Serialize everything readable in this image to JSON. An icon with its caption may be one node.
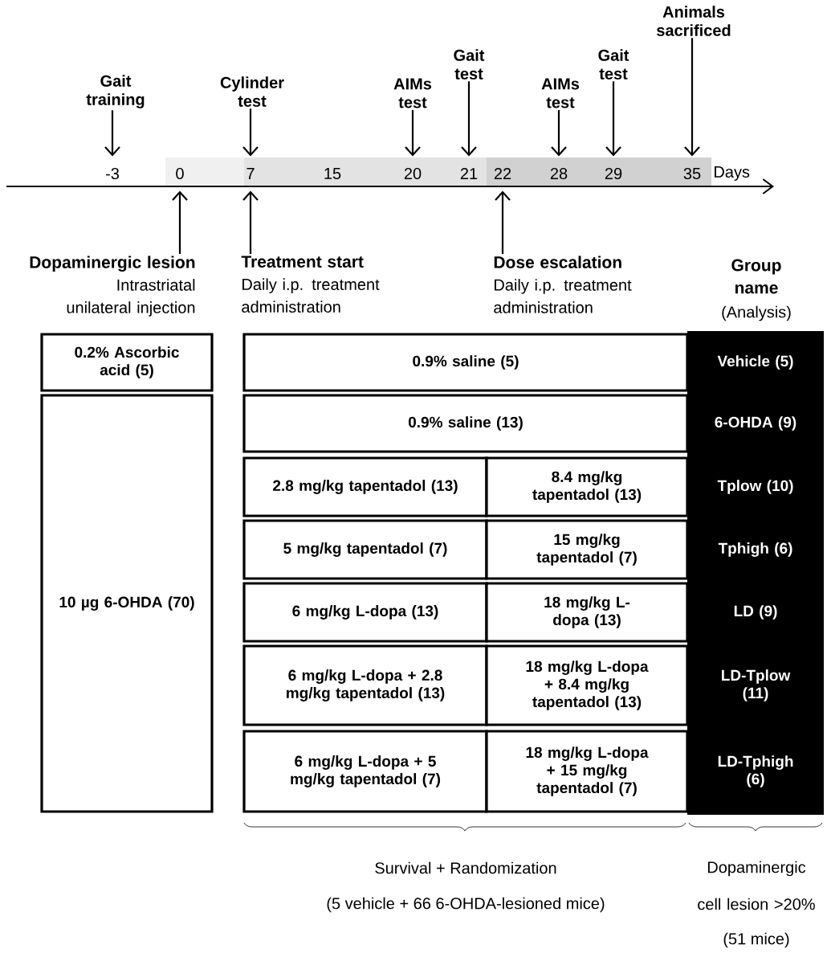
{
  "diagram": {
    "nodes": [
      {
        "text": [
          "Gait training"
        ]
      },
      {
        "text": [
          "Cylinder test"
        ]
      },
      {
        "text": [
          "AIMs test"
        ]
      },
      {
        "text": [
          "Gait test"
        ]
      },
      {
        "text": [
          "AIMs test"
        ]
      },
      {
        "text": [
          "Gait test"
        ]
      },
      {
        "text": [
          "Animals sacrificed"
        ]
      },
      {
        "text": [
          "-3"
        ]
      },
      {
        "text": [
          "0"
        ]
      },
      {
        "text": [
          "7"
        ]
      },
      {
        "text": [
          "15"
        ]
      },
      {
        "text": [
          "20"
        ]
      },
      {
        "text": [
          "21"
        ]
      },
      {
        "text": [
          "22"
        ]
      },
      {
        "text": [
          "28"
        ]
      },
      {
        "text": [
          "29"
        ]
      },
      {
        "text": [
          "35"
        ]
      },
      {
        "text": [
          "Dopaminergic lesion",
          "Intrastriatal unilateral injection"
        ]
      },
      {
        "text": [
          "Treatment start",
          "Daily i.p. treatment administration"
        ]
      },
      {
        "text": [
          "Dose escalation",
          "Daily i.p. treatment administration"
        ]
      },
      {
        "text": [
          "0.2% Ascorbic acid (5)"
        ]
      },
      {
        "text": [
          "0.9% saline (5)"
        ]
      },
      {
        "text": [
          "Vehicle (5)"
        ]
      },
      {
        "text": [
          "10 µg 6-OHDA (70)"
        ]
      },
      {
        "text": [
          "0.9% saline (13)"
        ]
      },
      {
        "text": [
          "6-OHDA (9)"
        ]
      },
      {
        "text": [
          "2.8 mg/kg tapentadol (13)"
        ]
      },
      {
        "text": [
          "8.4 mg/kg tapentadol (13)"
        ]
      },
      {
        "text": [
          "Tplow (10)"
        ]
      },
      {
        "text": [
          "5 mg/kg tapentadol (7)"
        ]
      },
      {
        "text": [
          "15 mg/kg tapentadol (7)"
        ]
      },
      {
        "text": [
          "Tphigh (6)"
        ]
      },
      {
        "text": [
          "6 mg/kg L-dopa (13)"
        ]
      },
      {
        "text": [
          "18 mg/kg L-dopa (13)"
        ]
      },
      {
        "text": [
          "LD (9)"
        ]
      },
      {
        "text": [
          "6 mg/kg L-dopa + 2.8 mg/kg tapentadol (13)"
        ]
      },
      {
        "text": [
          "18 mg/kg L-dopa + 8.4 mg/kg tapentadol (13)"
        ]
      },
      {
        "text": [
          "LD-Tplow (11)"
        ]
      },
      {
        "text": [
          "6 mg/kg L-dopa + 5 mg/kg tapentadol (7)"
        ]
      },
      {
        "text": [
          "18 mg/kg L-dopa + 15 mg/kg tapentadol (7)"
        ]
      },
      {
        "text": [
          "LD-Tphigh (6)"
        ]
      }
    ],
    "edges": [
      {
        "from": 0,
        "to": 7,
        "arrow": "to"
      },
      {
        "from": 1,
        "to": 9,
        "arrow": "to"
      },
      {
        "from": 2,
        "to": 11,
        "arrow": "to"
      },
      {
        "from": 3,
        "to": 12,
        "arrow": "to"
      },
      {
        "from": 4,
        "to": 14,
        "arrow": "to"
      },
      {
        "from": 5,
        "to": 15,
        "arrow": "to"
      },
      {
        "from": 6,
        "to": 16,
        "arrow": "to"
      },
      {
        "from": 17,
        "to": 8,
        "arrow": "to"
      },
      {
        "from": 18,
        "to": 9,
        "arrow": "to"
      },
      {
        "from": 19,
        "to": 13,
        "arrow": "to"
      }
    ],
    "labels": [
      "Days",
      "Group name",
      "(Analysis)",
      "Survival + Randomization",
      "(5 vehicle + 66 6-OHDA-lesioned mice)",
      "Dopaminergic cell lesion >20%",
      "(51 mice)"
    ]
  }
}
